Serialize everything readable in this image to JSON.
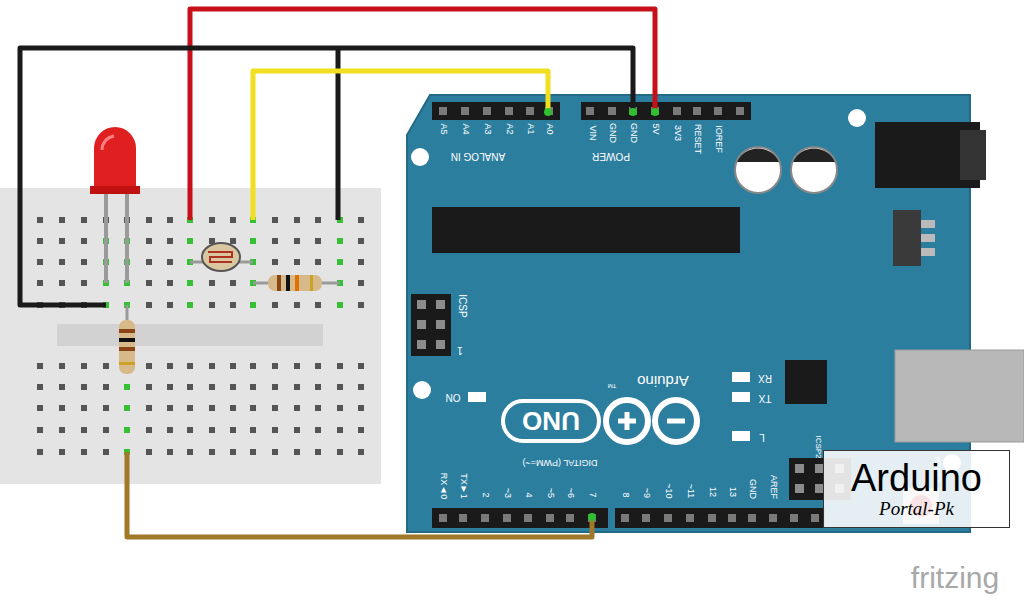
{
  "diagram": {
    "nodes": [
      {
        "text": [
          "Arduino",
          "Portal-Pk"
        ]
      }
    ],
    "labels": [
      "A5",
      "A4",
      "A3",
      "A2",
      "A1",
      "A0",
      "ANALOG IN",
      "VIN",
      "GND",
      "GND",
      "5V",
      "3V3",
      "RESET",
      "IOREF",
      "POWER",
      "ICSP",
      "1",
      "ON",
      "UNO",
      "Arduino",
      "TM",
      "RX",
      "TX",
      "L",
      "ICSP2",
      "RESET",
      "DIGITAL (PWM=~)",
      "RX◄0",
      "TX►1",
      "2",
      "~3",
      "4",
      "~5",
      "~6",
      "7",
      "8",
      "~9",
      "~10",
      "~11",
      "12",
      "13",
      "GND",
      "AREF",
      "fritzing"
    ]
  }
}
